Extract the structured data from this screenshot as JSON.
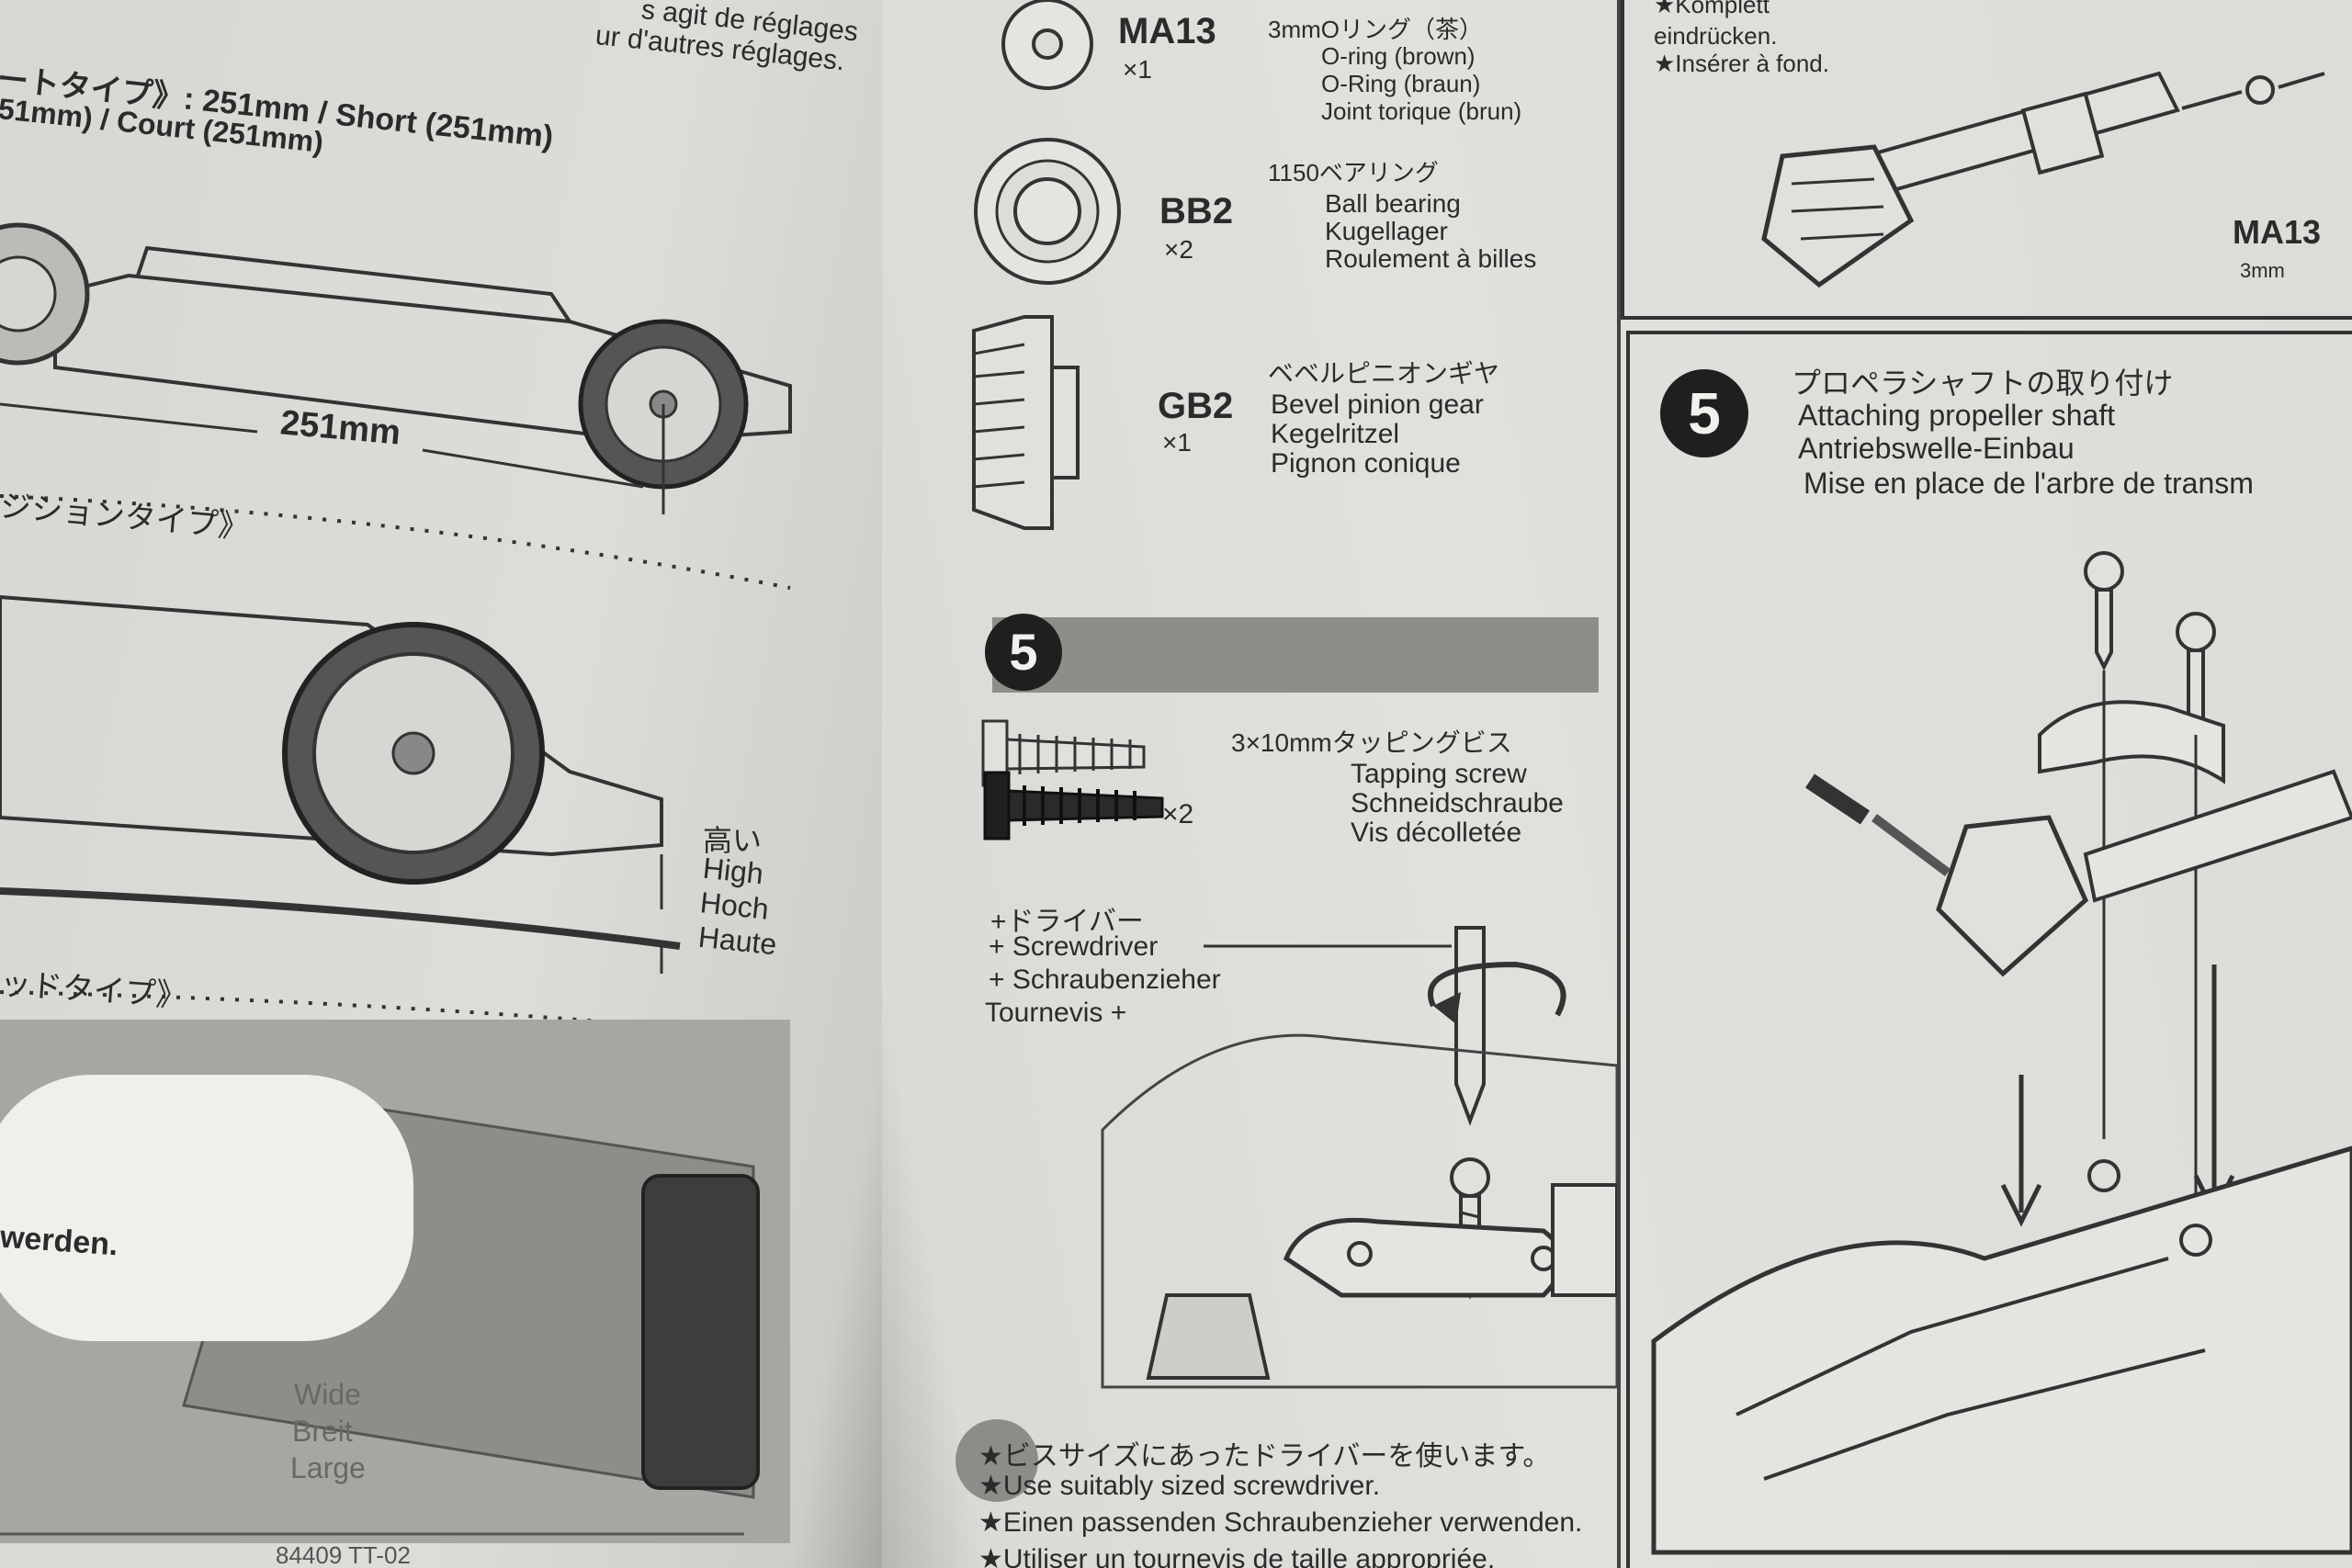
{
  "left_page": {
    "top_lines": [
      "s agit de réglages",
      "ur d'autres réglages."
    ],
    "header_label": "ートタイプ》: 251mm / Short (251mm)",
    "header_sub": "51mm) / Court (251mm)",
    "dimension": "251mm",
    "section2_title": "ジションタイプ》",
    "height_labels": [
      "高い",
      "High",
      "Hoch",
      "Haute"
    ],
    "section3_title": "ッドタイプ》",
    "werden_text": "werden.",
    "wide_labels": [
      "Wide",
      "Breit",
      "Large"
    ],
    "footer_code": "84409  TT-02"
  },
  "parts": [
    {
      "code": "MA13",
      "qty": "×1",
      "jp": "3mmOリング（茶）",
      "en": "O-ring (brown)",
      "de": "O-Ring (braun)",
      "fr": "Joint torique (brun)"
    },
    {
      "code": "BB2",
      "qty": "×2",
      "jp": "1150ベアリング",
      "en": "Ball bearing",
      "de": "Kugellager",
      "fr": "Roulement à billes"
    },
    {
      "code": "GB2",
      "qty": "×1",
      "jp": "ベベルピニオンギヤ",
      "en": "Bevel pinion gear",
      "de": "Kegelritzel",
      "fr": "Pignon conique"
    }
  ],
  "step_badge": "5",
  "screw": {
    "jp": "3×10mmタッピングビス",
    "en": "Tapping screw",
    "de": "Schneidschraube",
    "fr": "Vis décolletée",
    "qty": "×2"
  },
  "screwdriver": [
    "+ドライバー",
    "+ Screwdriver",
    "+ Schraubenzieher",
    "Tournevis +"
  ],
  "tips": [
    "★ビスサイズにあったドライバーを使います。",
    "★Use suitably sized screwdriver.",
    "★Einen passenden Schraubenzieher verwenden.",
    "★Utiliser un tournevis de taille appropriée."
  ],
  "right_top": {
    "lines": [
      "★Komplett",
      "eindrücken.",
      "★Insérer à fond."
    ],
    "part_label": "MA13",
    "part_sub": "3mm"
  },
  "step5": {
    "number": "5",
    "jp": "プロペラシャフトの取り付け",
    "en": "Attaching propeller shaft",
    "de": "Antriebswelle-Einbau",
    "fr": "Mise en place de l'arbre de transm"
  }
}
